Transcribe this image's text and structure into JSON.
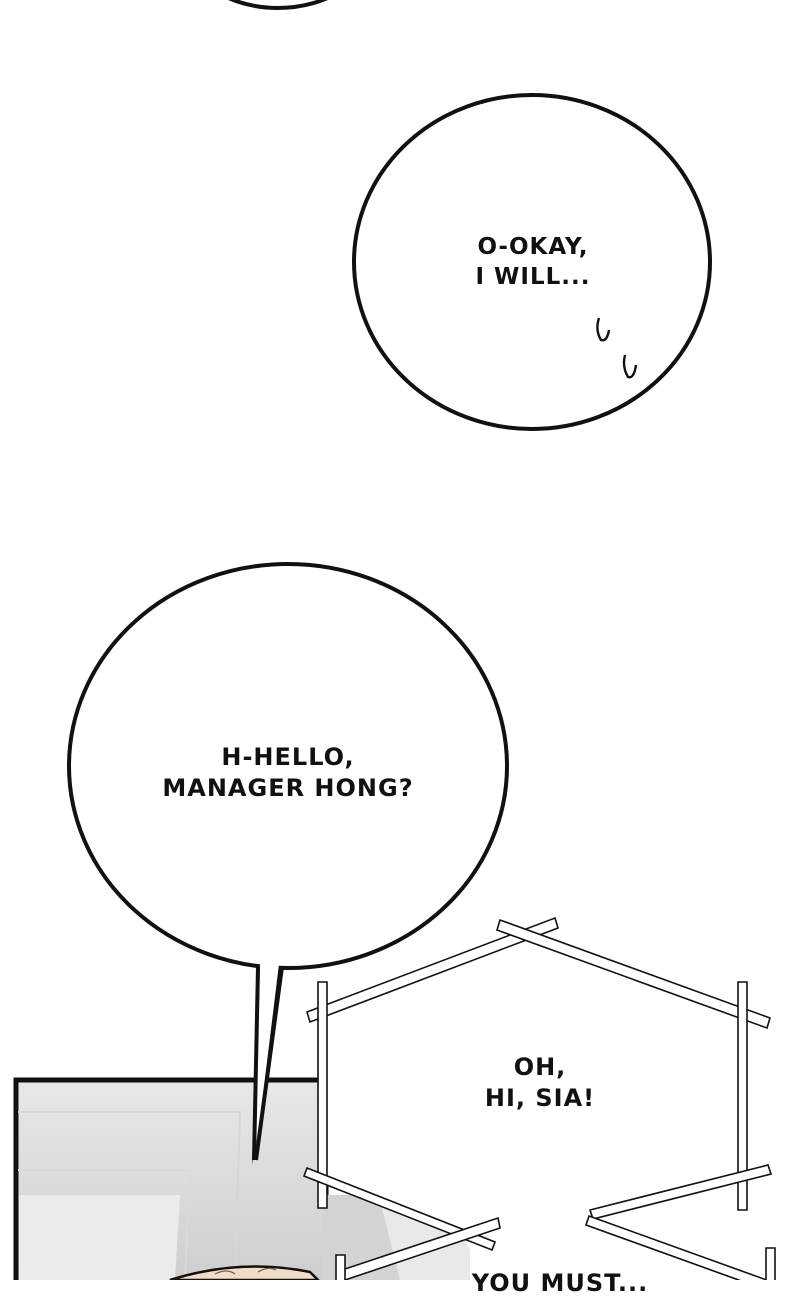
{
  "page": {
    "background": "#ffffff",
    "line_color": "#111111"
  },
  "bubbles": [
    {
      "id": "partial-top",
      "shape": "ellipse",
      "lines": []
    },
    {
      "id": "okay",
      "shape": "ellipse",
      "lines": [
        "O-OKAY,",
        "I WILL..."
      ],
      "sweat_drops": 2
    },
    {
      "id": "hello",
      "shape": "ellipse-with-tail",
      "lines": [
        "H-HELLO,",
        "MANAGER HONG?"
      ]
    },
    {
      "id": "oh-hi",
      "shape": "hexagon-sticks",
      "lines": [
        "OH,",
        "HI, SIA!"
      ]
    },
    {
      "id": "cut-off",
      "shape": "hexagon-sticks",
      "lines": [
        "YOU MUST..."
      ]
    }
  ],
  "panel": {
    "background_top": "#e6e6e6",
    "background_bottom": "#cfcfcf",
    "skin_color": "#f1dcc8",
    "border_color": "#111111"
  }
}
